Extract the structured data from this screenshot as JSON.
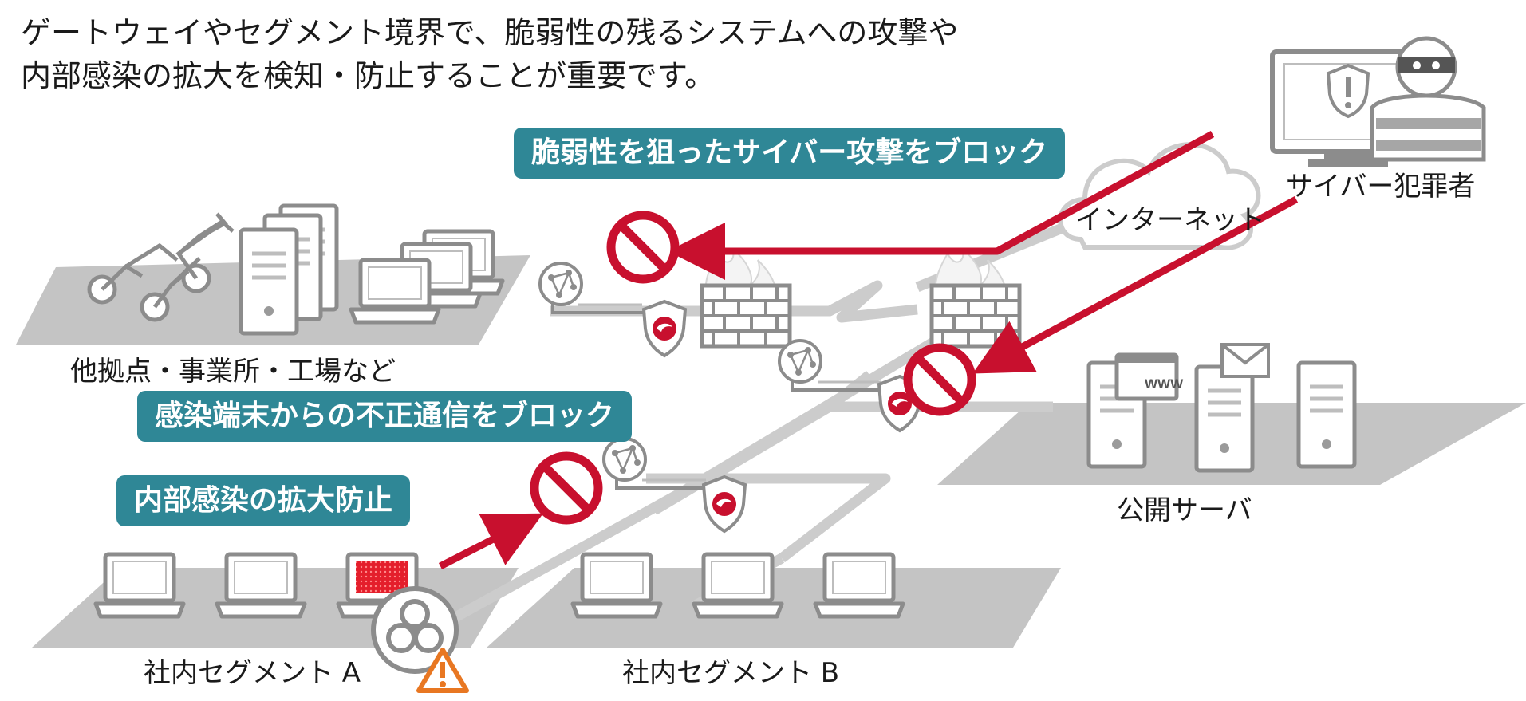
{
  "headline": {
    "line1": "ゲートウェイやセグメント境界で、脆弱性の残るシステムへの攻撃や",
    "line2": "内部感染の拡大を検知・防止することが重要です。"
  },
  "callouts": {
    "block_cyber_attack": "脆弱性を狙ったサイバー攻撃をブロック",
    "block_infected_comm": "感染端末からの不正通信をブロック",
    "prevent_internal_spread": "内部感染の拡大防止"
  },
  "labels": {
    "internet": "インターネット",
    "cyber_criminal": "サイバー犯罪者",
    "branch_sites": "他拠点・事業所・工場など",
    "public_servers": "公開サーバ",
    "segment_a": "社内セグメント A",
    "segment_b": "社内セグメント B",
    "www": "WWW"
  },
  "colors": {
    "accent_teal": "#2f8796",
    "threat_red": "#c8102e",
    "platform_gray": "#c4c4c4",
    "warning_orange": "#e87722",
    "icon_gray": "#8c8c8c"
  },
  "icons": [
    "block-icon",
    "firewall-icon",
    "shield-icon",
    "network-node-icon",
    "laptop-icon",
    "server-icon",
    "cloud-icon",
    "hacker-icon",
    "biohazard-icon",
    "warning-icon",
    "robot-arm-icon",
    "mail-icon"
  ]
}
